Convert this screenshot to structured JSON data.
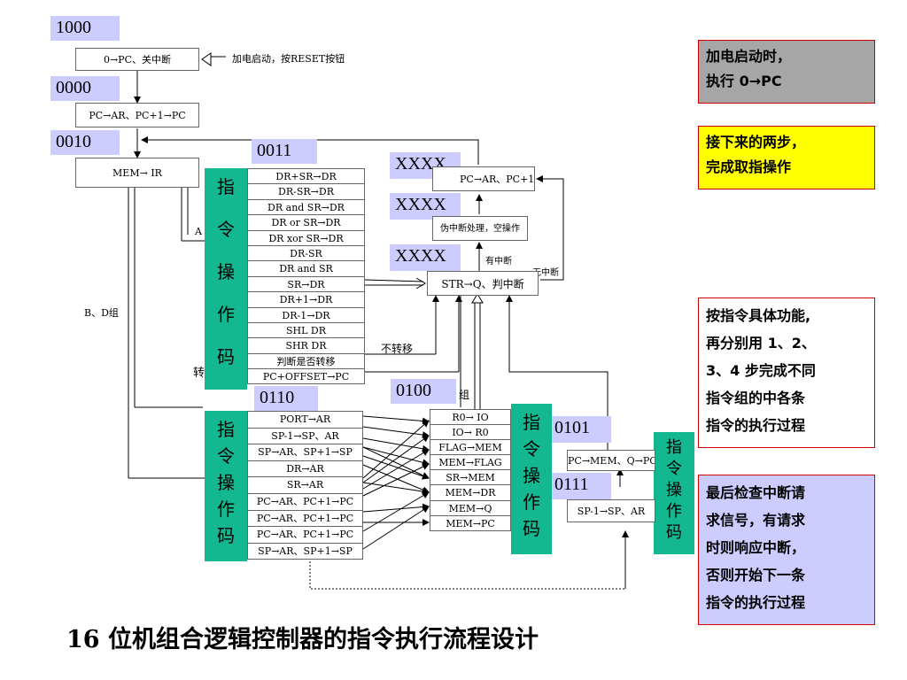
{
  "states": {
    "s1000": "1000",
    "s0000": "0000",
    "s0010": "0010",
    "s0011": "0011",
    "x1": "XXXX",
    "x2": "XXXX",
    "x3": "XXXX",
    "s0110": "0110",
    "s0100": "0100",
    "s0101": "0101",
    "s0111": "0111"
  },
  "boxes": {
    "b1": "0→PC、关中断",
    "b2": "PC→AR、PC+1→PC",
    "b3": "MEM→ IR",
    "fetch": "PC→AR、PC+1→PC",
    "pseudo": "伪中断处理，空操作",
    "str": "STR→Q、判中断",
    "pcmem": "PC→MEM、Q→PC",
    "spminus": "SP-1→SP、AR"
  },
  "labels": {
    "reset": "加电启动，按RESET按钮",
    "a": "A",
    "bd": "B、D组",
    "zhuan": "转",
    "buzhuanyi": "不转移",
    "youzhongduan": "有中断",
    "wuzhongduan": "无中断",
    "zu": "组"
  },
  "group1_rows": [
    "DR+SR→DR",
    "DR-SR→DR",
    "DR and SR→DR",
    "DR or SR→DR",
    "DR xor SR→DR",
    "DR-SR",
    "DR and SR",
    "SR→DR",
    "DR+1→DR",
    "DR-1→DR",
    "SHL DR",
    "SHR DR",
    "判断是否转移",
    "PC+OFFSET→PC"
  ],
  "group2_rows": [
    "PORT→AR",
    "SP-1→SP、AR",
    "SP→AR、SP+1→SP",
    "DR→AR",
    "SR→AR",
    "PC→AR、PC+1→PC",
    "PC→AR、PC+1→PC",
    "PC→AR、PC+1→PC",
    "SP→AR、SP+1→SP"
  ],
  "group3_rows": [
    "R0→ IO",
    "IO→ R0",
    "FLAG→MEM",
    "MEM→FLAG",
    "SR→MEM",
    "MEM→DR",
    "MEM→Q",
    "MEM→PC"
  ],
  "opcode_text": [
    "指",
    "令",
    "操",
    "作",
    "码"
  ],
  "notes": {
    "n1": [
      "加电启动时，",
      "执行 0→PC"
    ],
    "n2": [
      "接下来的两步，",
      "完成取指操作"
    ],
    "n3": [
      "按指令具体功能,",
      "再分别用 1、2、",
      "3、4 步完成不同",
      "指令组的中各条",
      "指令的执行过程"
    ],
    "n4": [
      "最后检查中断请",
      "求信号，有请求",
      "时则响应中断，",
      "否则开始下一条",
      "指令的执行过程"
    ]
  },
  "note_colors": {
    "n1": "#a6a6a6",
    "n2": "#ffff00",
    "n3": "#ffffff",
    "n4": "#ccccff"
  },
  "title": "16 位机组合逻辑控制器的指令执行流程设计"
}
